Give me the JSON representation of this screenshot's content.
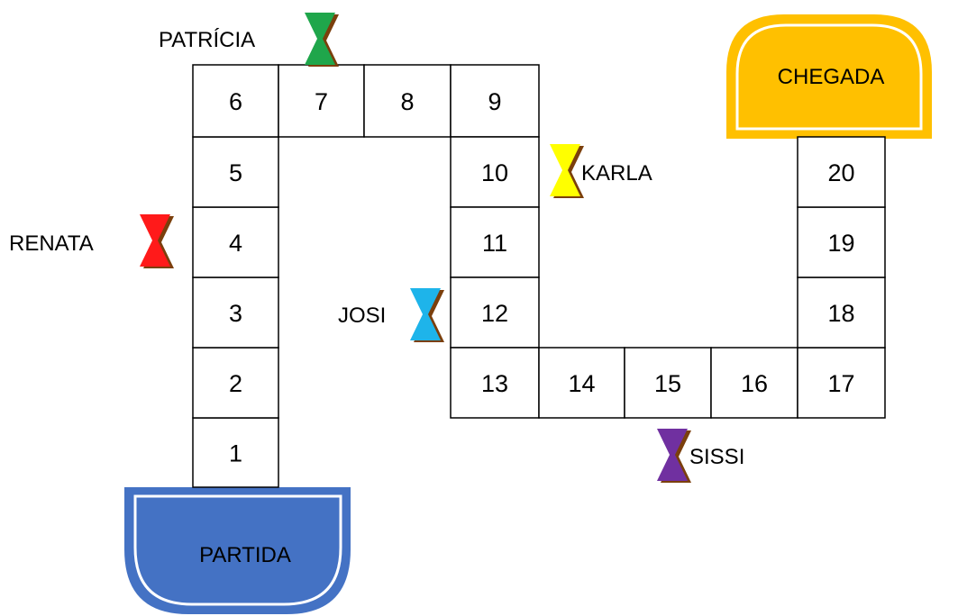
{
  "board": {
    "start_label": "PARTIDA",
    "finish_label": "CHEGADA",
    "cells": [
      "1",
      "2",
      "3",
      "4",
      "5",
      "6",
      "7",
      "8",
      "9",
      "10",
      "11",
      "12",
      "13",
      "14",
      "15",
      "16",
      "17",
      "18",
      "19",
      "20"
    ]
  },
  "players": [
    {
      "name": "PATRÍCIA",
      "color": "#1fa64b",
      "icon": "hourglass-icon"
    },
    {
      "name": "KARLA",
      "color": "#ffff00",
      "icon": "hourglass-icon"
    },
    {
      "name": "RENATA",
      "color": "#ff1a1a",
      "icon": "hourglass-icon"
    },
    {
      "name": "JOSI",
      "color": "#1eb4ea",
      "icon": "hourglass-icon"
    },
    {
      "name": "SISSI",
      "color": "#7030a0",
      "icon": "hourglass-icon"
    }
  ],
  "colors": {
    "start_fill": "#4472c4",
    "finish_fill": "#ffc000",
    "token_shadow": "#7b3f0c",
    "cell_border": "#000000"
  }
}
